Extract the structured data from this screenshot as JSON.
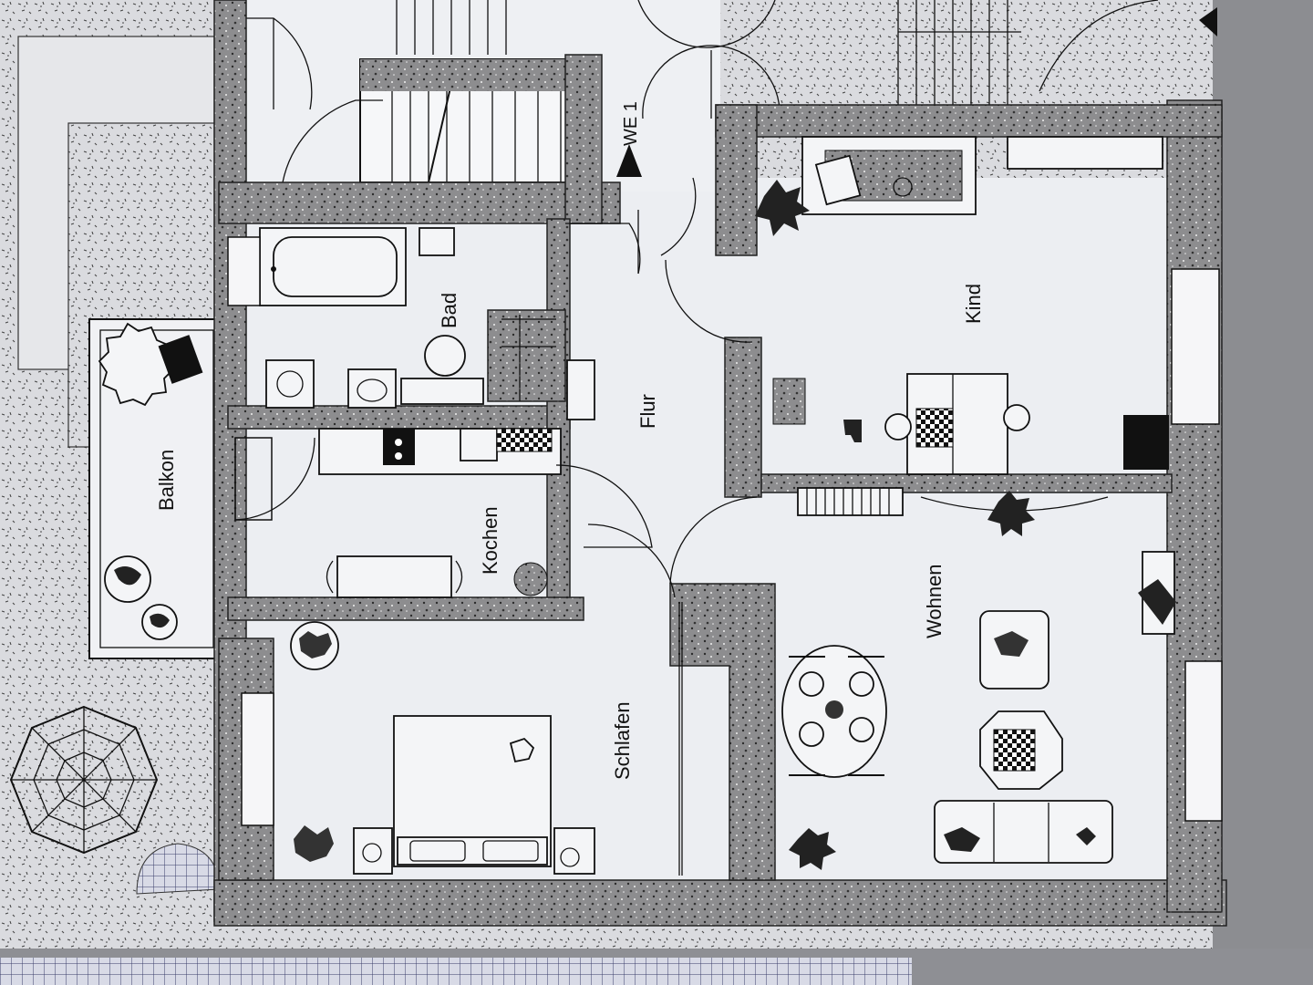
{
  "plan": {
    "rooms": {
      "balkon": "Balkon",
      "bad": "Bad",
      "kochen": "Kochen",
      "flur": "Flur",
      "schlafen": "Schlafen",
      "kind": "Kind",
      "wohnen": "Wohnen"
    },
    "unit_marker": "WE 1"
  }
}
